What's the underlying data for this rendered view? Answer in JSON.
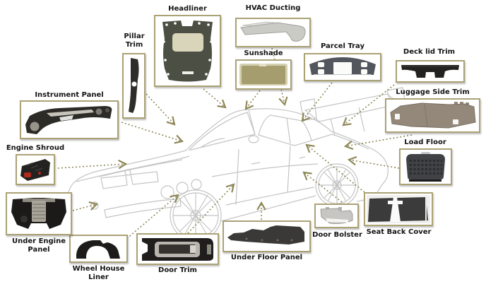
{
  "colors": {
    "arrow": "#8e8757",
    "frame": "#aba276",
    "label_text": "#141414",
    "car_outline": "#c4c4c4",
    "background": "#ffffff"
  },
  "components": {
    "headliner": {
      "label": "Headliner"
    },
    "hvac_ducting": {
      "label": "HVAC Ducting"
    },
    "sunshade": {
      "label": "Sunshade"
    },
    "parcel_tray": {
      "label": "Parcel Tray"
    },
    "deck_lid_trim": {
      "label": "Deck lid Trim"
    },
    "luggage_side_trim": {
      "label": "Luggage Side Trim"
    },
    "load_floor": {
      "label": "Load Floor"
    },
    "seat_back_cover": {
      "label": "Seat Back Cover"
    },
    "door_bolster": {
      "label": "Door Bolster"
    },
    "under_floor_panel": {
      "label": "Under Floor Panel"
    },
    "door_trim": {
      "label": "Door Trim"
    },
    "wheel_house_liner": {
      "label": "Wheel House Liner"
    },
    "under_engine_panel": {
      "label": "Under Engine Panel"
    },
    "engine_shroud": {
      "label": "Engine Shroud"
    },
    "instrument_panel": {
      "label": "Instrument Panel"
    },
    "pillar_trim": {
      "label": "Pillar Trim"
    }
  }
}
